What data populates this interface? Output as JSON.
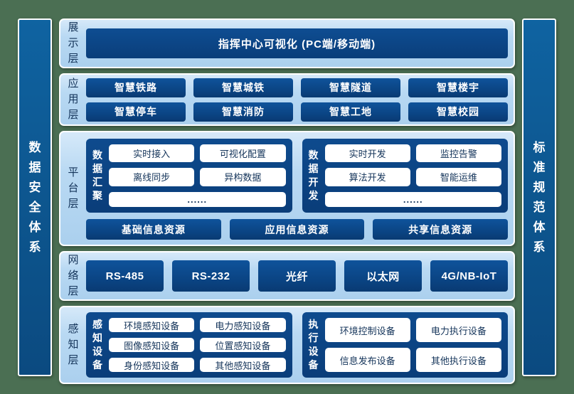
{
  "colors": {
    "background_green": "#4b6f53",
    "layer_light_blue": "#b9d9f3",
    "box_navy": "#0a4280",
    "sidebar_blue": "#0d568f",
    "pill_text_navy": "#14345a",
    "white": "#ffffff"
  },
  "side_bars": {
    "left_label": "数据安全体系",
    "right_label": "标准规范体系"
  },
  "layers": [
    {
      "label": "展示层",
      "banner": "指挥中心可视化 (PC端/移动端)"
    },
    {
      "label": "应用层",
      "items": [
        "智慧铁路",
        "智慧城铁",
        "智慧隧道",
        "智慧楼宇",
        "智慧停车",
        "智慧消防",
        "智慧工地",
        "智慧校园"
      ]
    },
    {
      "label": "平台层",
      "groups": [
        {
          "label": "数据汇聚",
          "items": [
            "实时接入",
            "可视化配置",
            "离线同步",
            "异构数据"
          ],
          "more": "......"
        },
        {
          "label": "数据开发",
          "items": [
            "实时开发",
            "监控告警",
            "算法开发",
            "智能运维"
          ],
          "more": "......"
        }
      ],
      "resources": [
        "基础信息资源",
        "应用信息资源",
        "共享信息资源"
      ]
    },
    {
      "label": "网络层",
      "items": [
        "RS-485",
        "RS-232",
        "光纤",
        "以太网",
        "4G/NB-IoT"
      ]
    },
    {
      "label": "感知层",
      "groups": [
        {
          "label": "感知设备",
          "items": [
            "环境感知设备",
            "电力感知设备",
            "图像感知设备",
            "位置感知设备",
            "身份感知设备",
            "其他感知设备"
          ]
        },
        {
          "label": "执行设备",
          "items": [
            "环境控制设备",
            "电力执行设备",
            "信息发布设备",
            "其他执行设备"
          ]
        }
      ]
    }
  ]
}
